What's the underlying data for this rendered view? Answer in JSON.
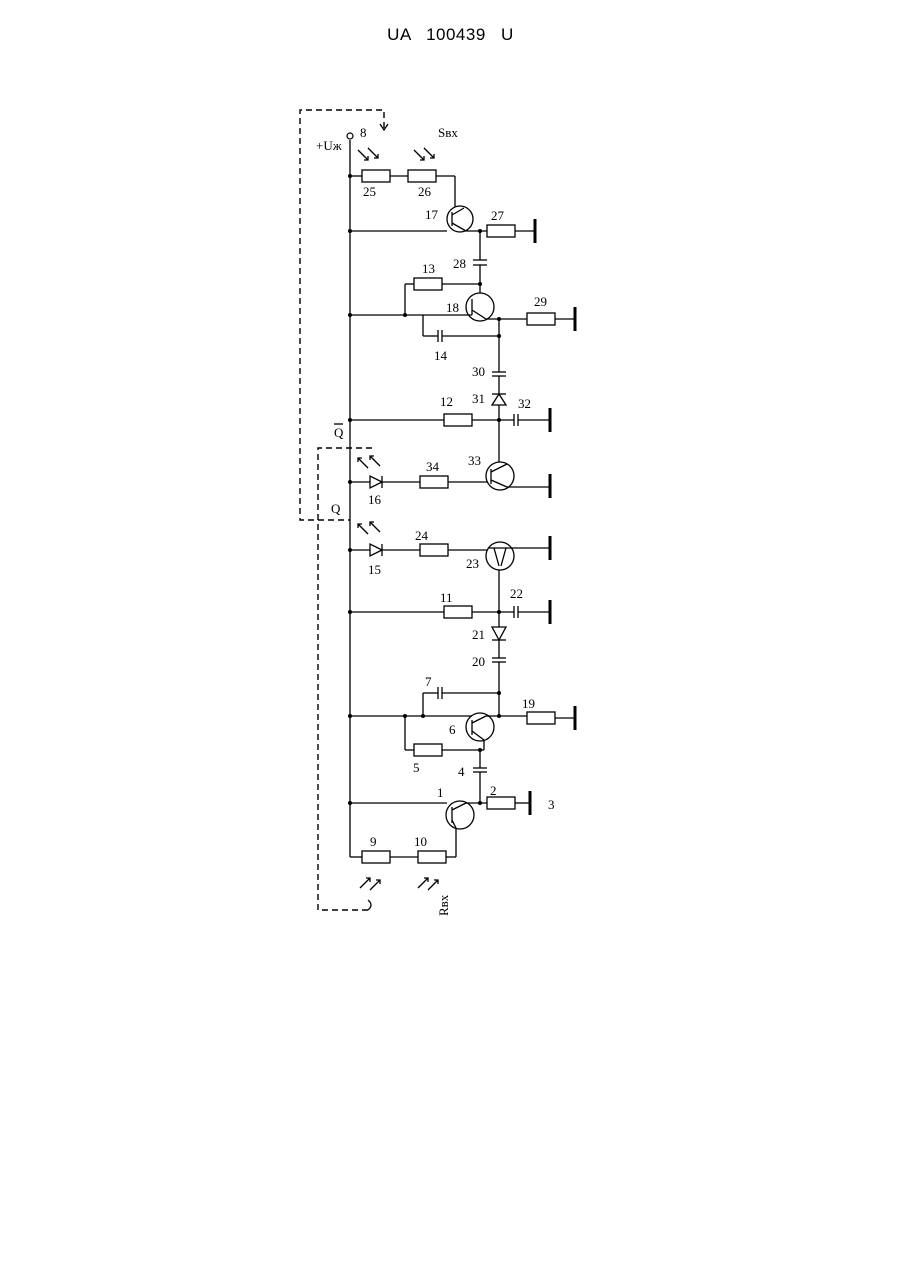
{
  "header": {
    "text": "UA   100439   U"
  },
  "labels": {
    "supply": "+Uж",
    "s_in": "Sвх",
    "r_in": "Rвх",
    "q_bar": "Q",
    "q": "Q",
    "n1": "1",
    "n2": "2",
    "n3": "3",
    "n4": "4",
    "n5": "5",
    "n6": "6",
    "n7": "7",
    "n8": "8",
    "n9": "9",
    "n10": "10",
    "n11": "11",
    "n12": "12",
    "n13": "13",
    "n14": "14",
    "n15": "15",
    "n16": "16",
    "n17": "17",
    "n18": "18",
    "n19": "19",
    "n20": "20",
    "n21": "21",
    "n22": "22",
    "n23": "23",
    "n24": "24",
    "n25": "25",
    "n26": "26",
    "n27": "27",
    "n28": "28",
    "n29": "29",
    "n30": "30",
    "n31": "31",
    "n32": "32",
    "n33": "33",
    "n34": "34"
  }
}
